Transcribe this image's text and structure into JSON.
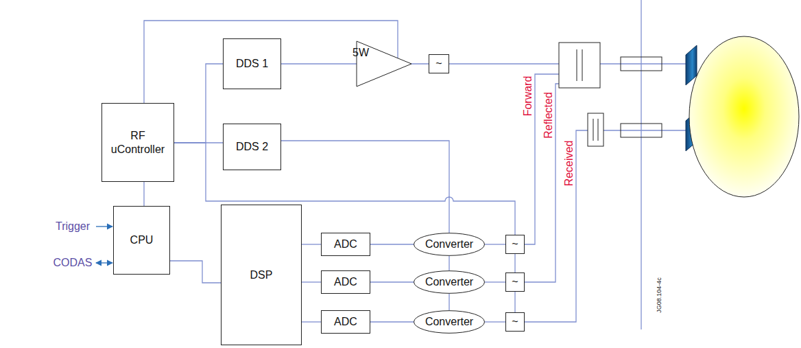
{
  "diagram": {
    "nodes": [
      {
        "text": [
          "RF uController"
        ]
      },
      {
        "text": [
          "DDS 1"
        ]
      },
      {
        "text": [
          "DDS 2"
        ]
      },
      {
        "text": [
          "CPU"
        ]
      },
      {
        "text": [
          "DSP"
        ]
      },
      {
        "text": [
          "ADC"
        ]
      },
      {
        "text": [
          "ADC"
        ]
      },
      {
        "text": [
          "ADC"
        ]
      },
      {
        "text": [
          "Converter"
        ]
      },
      {
        "text": [
          "Converter"
        ]
      },
      {
        "text": [
          "Converter"
        ]
      },
      {
        "text": [
          "~"
        ]
      },
      {
        "text": [
          "~"
        ]
      },
      {
        "text": [
          "~"
        ]
      },
      {
        "text": [
          "~"
        ]
      }
    ],
    "edges": [
      {
        "from": 0,
        "to": 1,
        "arrow": "none"
      },
      {
        "from": 0,
        "to": 2,
        "arrow": "none"
      },
      {
        "from": 0,
        "to": 3,
        "arrow": "none"
      },
      {
        "from": 0,
        "to": 12,
        "arrow": "none"
      },
      {
        "from": 2,
        "to": 8,
        "arrow": "none"
      },
      {
        "from": 3,
        "to": 4,
        "arrow": "none"
      },
      {
        "from": 4,
        "to": 5,
        "arrow": "none"
      },
      {
        "from": 4,
        "to": 6,
        "arrow": "none"
      },
      {
        "from": 4,
        "to": 7,
        "arrow": "none"
      },
      {
        "from": 5,
        "to": 8,
        "arrow": "none"
      },
      {
        "from": 6,
        "to": 9,
        "arrow": "none"
      },
      {
        "from": 7,
        "to": 10,
        "arrow": "none"
      },
      {
        "from": 8,
        "to": 12,
        "arrow": "none"
      },
      {
        "from": 9,
        "to": 13,
        "arrow": "none"
      },
      {
        "from": 10,
        "to": 14,
        "arrow": "none"
      },
      {
        "from": 8,
        "to": 9,
        "arrow": "none"
      },
      {
        "from": 9,
        "to": 10,
        "arrow": "none"
      },
      {
        "from": 12,
        "to": 13,
        "arrow": "none"
      },
      {
        "from": 13,
        "to": 14,
        "arrow": "none"
      },
      {
        "from": 1,
        "to": 11,
        "arrow": "none"
      }
    ],
    "labels": [
      "5W",
      "Forward",
      "Reflected",
      "Received",
      "Trigger",
      "CODAS",
      "JG08.104-4c"
    ]
  }
}
